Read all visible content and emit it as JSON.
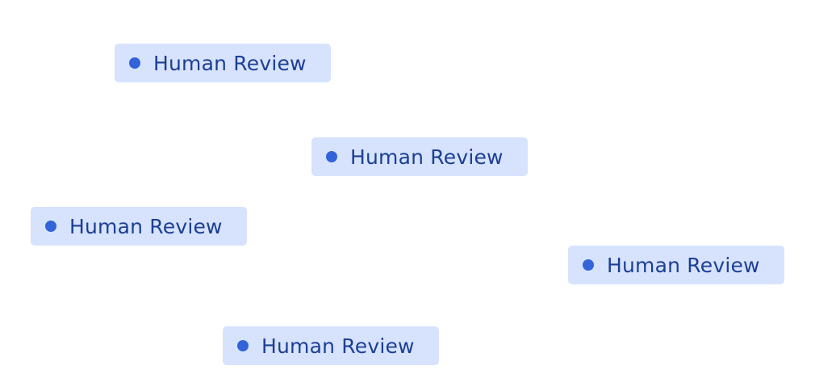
{
  "badges": [
    {
      "label": "Human Review"
    },
    {
      "label": "Human Review"
    },
    {
      "label": "Human Review"
    },
    {
      "label": "Human Review"
    },
    {
      "label": "Human Review"
    }
  ],
  "colors": {
    "badge_background": "#d7e3fd",
    "dot": "#3263d8",
    "text": "#1c3f95"
  },
  "icons": {
    "status_dot": "status-dot-icon"
  }
}
